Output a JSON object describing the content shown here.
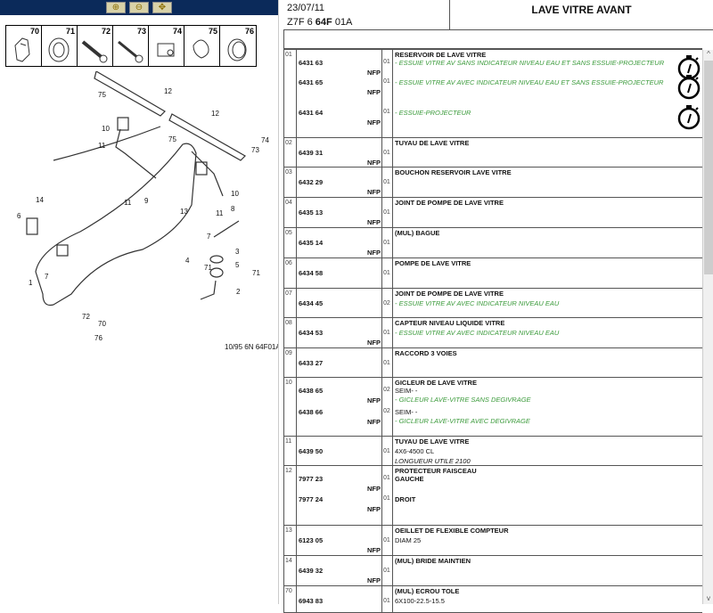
{
  "toolbar": {
    "zoom_in": "zoom-in-icon",
    "zoom_out": "zoom-out-icon",
    "pan": "zoom-pan-icon"
  },
  "thumbnails": [
    "70",
    "71",
    "72",
    "73",
    "74",
    "75",
    "76"
  ],
  "diagram": {
    "labels": [
      "12",
      "75",
      "12",
      "10",
      "74",
      "73",
      "11",
      "75",
      "10",
      "9",
      "11",
      "13",
      "11",
      "8",
      "14",
      "6",
      "7",
      "3",
      "4",
      "5",
      "71",
      "71",
      "7",
      "1",
      "2",
      "72",
      "70",
      "76"
    ],
    "caption": "10/95 6N 64F01A"
  },
  "header": {
    "date": "23/07/11",
    "code_prefix": "Z7F 6 ",
    "code_bold": "64F",
    "code_suffix": " 01A",
    "title": "LAVE VITRE AVANT"
  },
  "rows": [
    {
      "num": "01",
      "parts": [
        {
          "ref": "6431 63",
          "nfp": "NFP",
          "qty": "01"
        },
        {
          "ref": "6431 65",
          "nfp": "NFP",
          "qty": "01"
        },
        {
          "ref": "6431 64",
          "nfp": "NFP",
          "qty": "01"
        }
      ],
      "title": "RESERVOIR DE LAVE VITRE",
      "notes": [
        "- ESSUIE VITRE AV SANS INDICATEUR NIVEAU EAU ET SANS ESSUIE-PROJECTEUR",
        "- ESSUIE VITRE AV AVEC INDICATEUR NIVEAU EAU ET SANS ESSUIE-PROJECTEUR",
        "- ESSUIE-PROJECTEUR"
      ]
    },
    {
      "num": "02",
      "ref": "6439 31",
      "nfp": "NFP",
      "qty": "01",
      "title": "TUYAU DE LAVE VITRE"
    },
    {
      "num": "03",
      "ref": "6432 29",
      "nfp": "NFP",
      "qty": "01",
      "title": "BOUCHON RESERVOIR LAVE VITRE"
    },
    {
      "num": "04",
      "ref": "6435 13",
      "nfp": "NFP",
      "qty": "01",
      "title": "JOINT DE POMPE DE LAVE VITRE"
    },
    {
      "num": "05",
      "ref": "6435 14",
      "nfp": "NFP",
      "qty": "01",
      "title": "(MUL) BAGUE"
    },
    {
      "num": "06",
      "ref": "6434 58",
      "qty": "01",
      "title": "POMPE DE LAVE VITRE"
    },
    {
      "num": "07",
      "ref": "6434 45",
      "qty": "02",
      "title": "JOINT DE POMPE DE LAVE VITRE",
      "note": "- ESSUIE VITRE AV AVEC INDICATEUR NIVEAU EAU"
    },
    {
      "num": "08",
      "ref": "6434 53",
      "nfp": "NFP",
      "qty": "01",
      "title": "CAPTEUR NIVEAU LIQUIDE VITRE",
      "note": "- ESSUIE VITRE AV AVEC INDICATEUR NIVEAU EAU"
    },
    {
      "num": "09",
      "ref": "6433 27",
      "qty": "01",
      "title": "RACCORD 3 VOIES"
    },
    {
      "num": "10",
      "parts": [
        {
          "ref": "6438 65",
          "nfp": "NFP",
          "qty": "02",
          "line": "SEIM- -",
          "note": "- GICLEUR LAVE-VITRE SANS DEGIVRAGE"
        },
        {
          "ref": "6438 66",
          "nfp": "NFP",
          "qty": "02",
          "line": "SEIM- -",
          "note": "- GICLEUR LAVE-VITRE AVEC DEGIVRAGE"
        }
      ],
      "title": "GICLEUR DE LAVE VITRE"
    },
    {
      "num": "11",
      "ref": "6439 50",
      "qty": "01",
      "title": "TUYAU DE LAVE VITRE",
      "line": "4X6-4500 CL",
      "note": "LONGUEUR UTILE 2100"
    },
    {
      "num": "12",
      "parts": [
        {
          "ref": "7977 23",
          "nfp": "NFP",
          "qty": "01",
          "label": "GAUCHE"
        },
        {
          "ref": "7977 24",
          "nfp": "NFP",
          "qty": "01",
          "label": "DROIT"
        }
      ],
      "title": "PROTECTEUR FAISCEAU"
    },
    {
      "num": "13",
      "ref": "6123 05",
      "nfp": "NFP",
      "qty": "01",
      "title": "OEILLET DE FLEXIBLE COMPTEUR",
      "line": "DIAM 25"
    },
    {
      "num": "14",
      "ref": "6439 32",
      "nfp": "NFP",
      "qty": "01",
      "title": "(MUL) BRIDE MAINTIEN"
    },
    {
      "num": "70",
      "ref": "6943 83",
      "qty": "01",
      "title": "(MUL) ECROU TOLE",
      "line": "6X100-22.5-15.5"
    }
  ],
  "icons": {
    "timer": "stopwatch-icon",
    "scroll_up": "^",
    "scroll_down": "v"
  }
}
